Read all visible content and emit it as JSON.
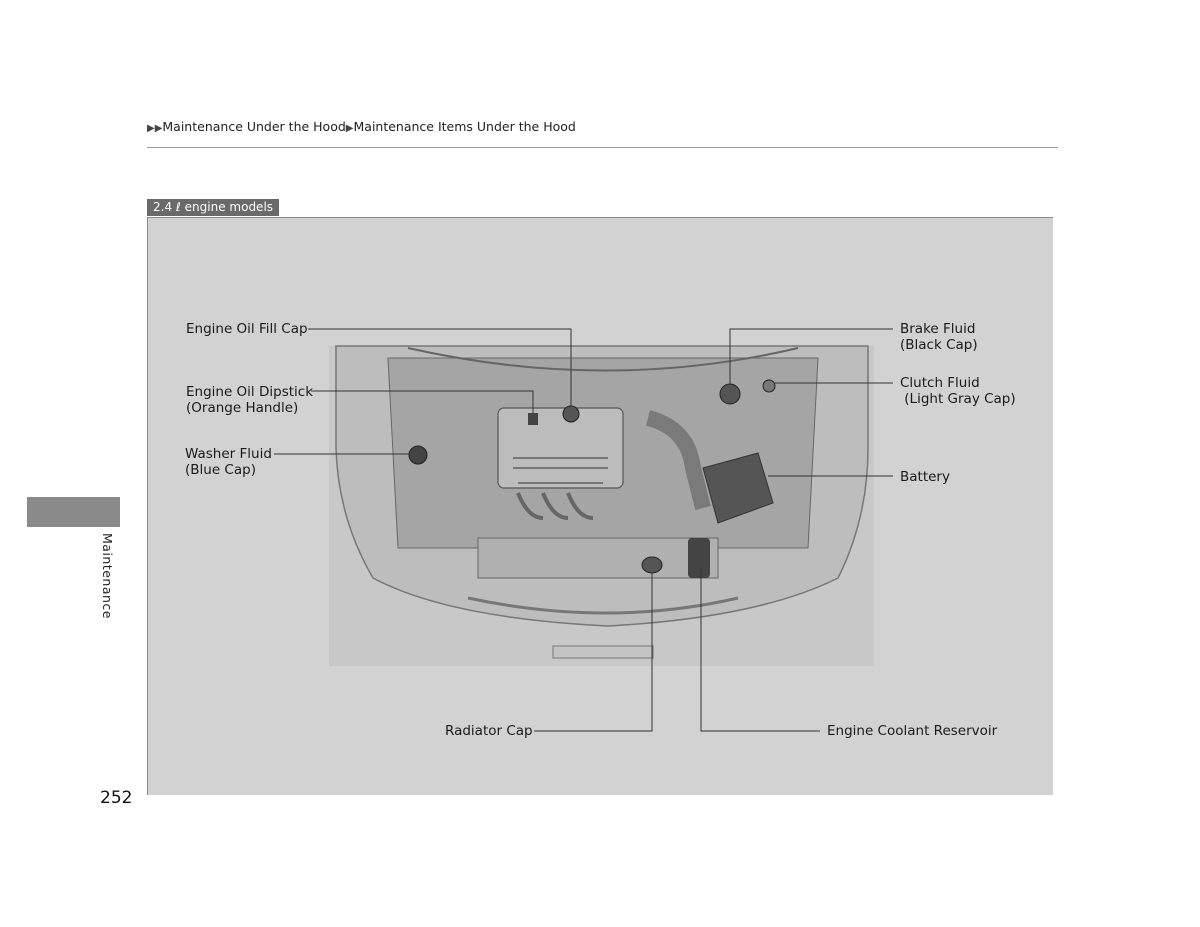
{
  "breadcrumb": {
    "arrows": "▶▶",
    "part1": "Maintenance Under the Hood",
    "sep": "▶",
    "part2": "Maintenance Items Under the Hood"
  },
  "side_section": "Maintenance",
  "page_number": "252",
  "model_tag": "2.4 ℓ engine models",
  "callouts": {
    "oil_fill": "Engine Oil Fill Cap",
    "dipstick_1": "Engine Oil Dipstick",
    "dipstick_2": "(Orange Handle)",
    "washer_1": "Washer Fluid",
    "washer_2": "(Blue Cap)",
    "brake_1": "Brake Fluid",
    "brake_2": "(Black Cap)",
    "clutch_1": "Clutch Fluid",
    "clutch_2": " (Light Gray Cap)",
    "battery": "Battery",
    "radiator": "Radiator Cap",
    "coolant": "Engine Coolant Reservoir"
  }
}
